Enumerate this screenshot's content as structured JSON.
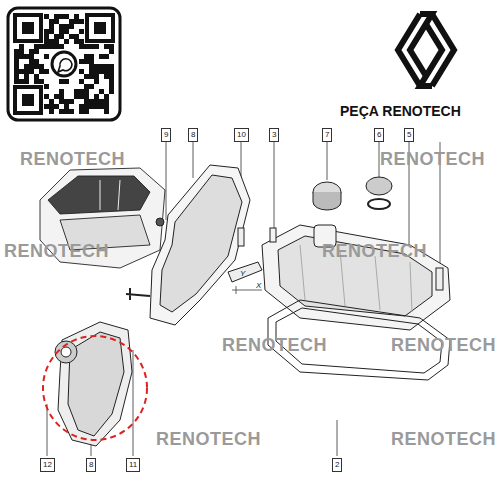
{
  "diagram": {
    "labels": [
      "PEÇA RENOTECH",
      "9",
      "8",
      "10",
      "3",
      "7",
      "6",
      "5",
      "12",
      "8",
      "11",
      "2",
      "X",
      "Y",
      "RENOTECH",
      "RENOTECH",
      "RENOTECH",
      "RENOTECH",
      "RENOTECH",
      "RENOTECH",
      "RENOTECH",
      "RENOTECH"
    ]
  }
}
